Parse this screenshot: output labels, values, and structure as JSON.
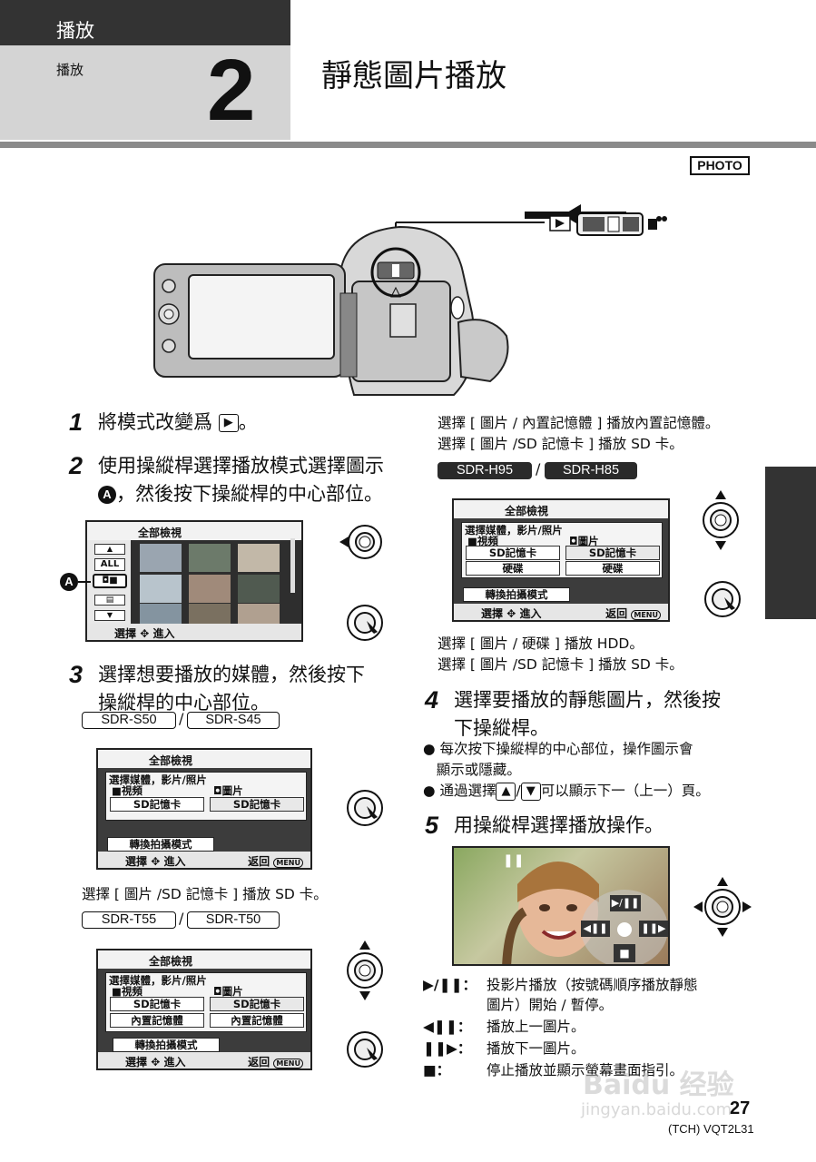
{
  "header": {
    "section": "播放",
    "subsection": "播放",
    "chapter_number": "2",
    "title": "靜態圖片播放"
  },
  "mode_badge": "PHOTO",
  "steps": {
    "s1": {
      "num": "1",
      "text": "將模式改變爲",
      "after": "。"
    },
    "s2": {
      "num": "2",
      "line1": "使用操縱桿選擇播放模式選擇圖示",
      "marker": "A",
      "line2": "，然後按下操縱桿的中心部位。"
    },
    "s3": {
      "num": "3",
      "line1": "選擇想要播放的媒體，然後按下",
      "line2": "操縱桿的中心部位。"
    },
    "s4": {
      "num": "4",
      "line1": "選擇要播放的靜態圖片，然後按",
      "line2": "下操縱桿。"
    },
    "s5": {
      "num": "5",
      "text": "用操縱桿選擇播放操作。"
    }
  },
  "callout_label": "A",
  "models": {
    "s50": "SDR-S50",
    "s45": "SDR-S45",
    "t55": "SDR-T55",
    "t50": "SDR-T50",
    "h95": "SDR-H95",
    "h85": "SDR-H85"
  },
  "notes": {
    "sd_only": "選擇 [ 圖片 /SD 記憶卡 ] 播放 SD 卡。",
    "builtin_line1": "選擇 [ 圖片 / 內置記憶體 ] 播放內置記憶體。",
    "builtin_line2": "選擇 [ 圖片 /SD 記憶卡 ] 播放 SD 卡。",
    "hdd_line1": "選擇 [ 圖片 / 硬碟 ] 播放 HDD。",
    "hdd_line2": "選擇 [ 圖片 /SD 記憶卡 ] 播放 SD 卡。"
  },
  "bullets": {
    "b1_line1": "每次按下操縱桿的中心部位，操作圖示會",
    "b1_line2": "顯示或隱藏。",
    "b2_pre": "通過選擇",
    "b2_post": "可以顯示下一（上一）頁。"
  },
  "screen_ui": {
    "all_view": "全部檢視",
    "select_media": "選擇媒體，影片/照片",
    "video": "視頻",
    "photo": "圖片",
    "sd_card": "SD記憶卡",
    "builtin": "內置記憶體",
    "hdd": "硬碟",
    "switch_mode": "轉換拍攝模式",
    "select": "選擇",
    "enter": "進入",
    "back": "返回",
    "menu": "MENU",
    "all": "ALL"
  },
  "legend": [
    {
      "key": "▶/❚❚：",
      "l1": "投影片播放（按號碼順序播放靜態",
      "l2": "圖片）開始 / 暫停。"
    },
    {
      "key": "◀❚❚：",
      "l1": "播放上一圖片。"
    },
    {
      "key": "❚❚▶：",
      "l1": "播放下一圖片。"
    },
    {
      "key": "■：",
      "l1": "停止播放並顯示螢幕畫面指引。"
    }
  ],
  "page": {
    "number": "27",
    "code": "(TCH) VQT2L31"
  },
  "watermark": {
    "brand": "Baidu 经验",
    "url": "jingyan.baidu.com"
  }
}
